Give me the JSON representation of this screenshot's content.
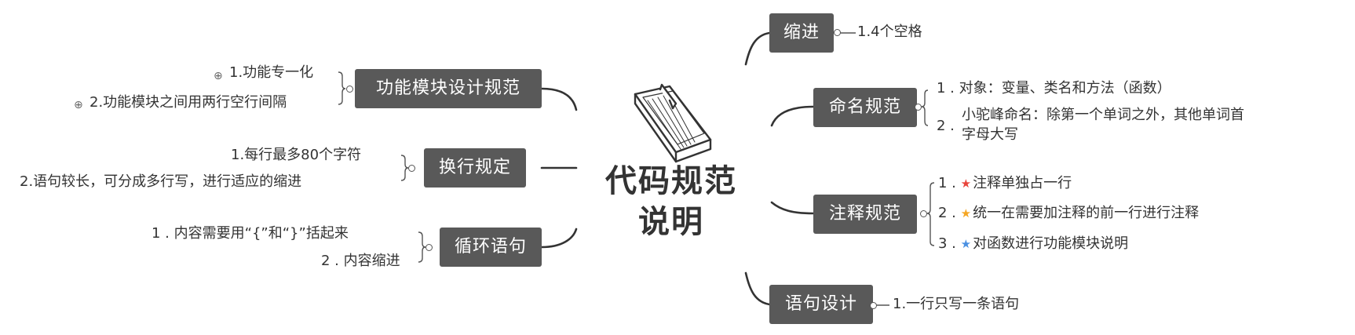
{
  "central": {
    "line1": "代码规范",
    "line2": "说明",
    "icon": "book-icon"
  },
  "branches": {
    "indent": {
      "label": "缩进",
      "items": [
        "1.4个空格"
      ]
    },
    "naming": {
      "label": "命名规范",
      "items": [
        {
          "num": "1 .",
          "text": "对象：变量、类名和方法（函数）"
        },
        {
          "num": "2 .",
          "text": "小驼峰命名：除第一个单词之外，其他单词首",
          "text2": "字母大写"
        }
      ]
    },
    "comments": {
      "label": "注释规范",
      "items": [
        {
          "num": "1 .",
          "icon": "red-star-icon",
          "color": "#e8453c",
          "text": "注释单独占一行"
        },
        {
          "num": "2 .",
          "icon": "orange-star-icon",
          "color": "#f5a623",
          "text": "统一在需要加注释的前一行进行注释"
        },
        {
          "num": "3 .",
          "icon": "blue-star-icon",
          "color": "#4a90e2",
          "text": "对函数进行功能模块说明"
        }
      ]
    },
    "statement": {
      "label": "语句设计",
      "items": [
        "1.一行只写一条语句"
      ]
    },
    "module": {
      "label": "功能模块设计规范",
      "items": [
        "1.功能专一化",
        "2.功能模块之间用两行空行间隔"
      ]
    },
    "linebreak": {
      "label": "换行规定",
      "items": [
        "1.每行最多80个字符",
        "2.语句较长，可分成多行写，进行适应的缩进"
      ]
    },
    "loop": {
      "label": "循环语句",
      "items": [
        "1 . 内容需要用“{”和“}”括起来",
        "2 . 内容缩进"
      ]
    }
  }
}
